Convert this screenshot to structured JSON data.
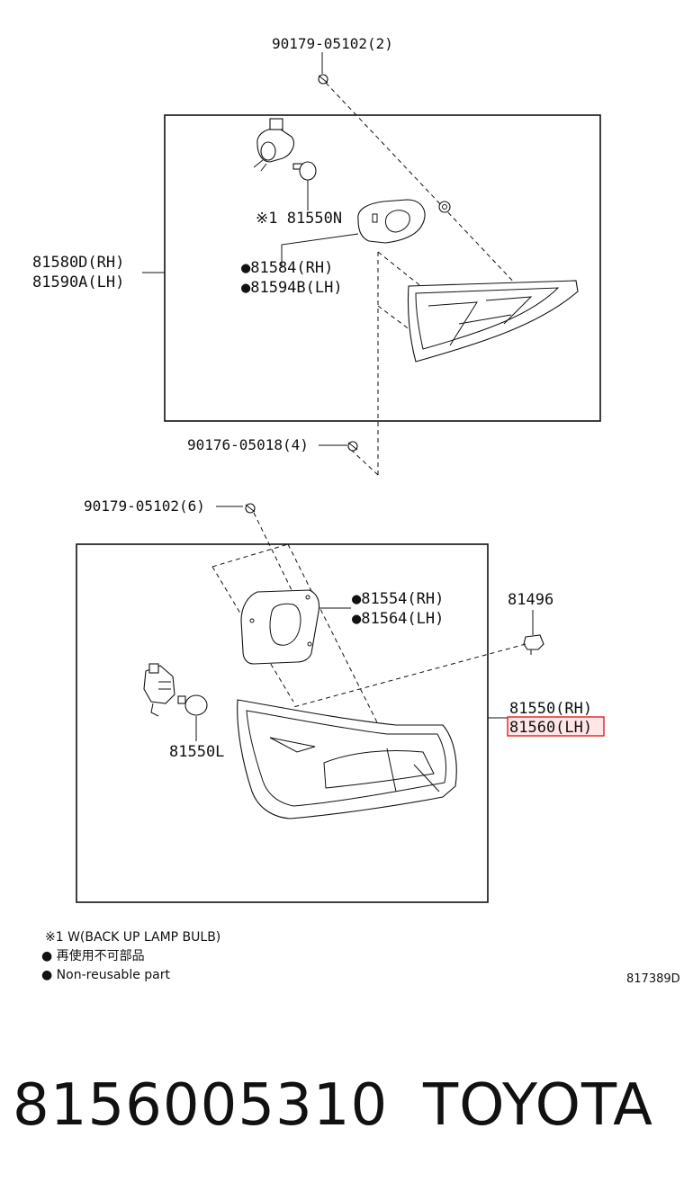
{
  "labels": {
    "top_bolt": "90179-05102(2)",
    "bulb_backup": "※1 81550N",
    "assy_rh": "81580D(RH)",
    "assy_lh": "81590A(LH)",
    "gasket_rh": "●81584(RH)",
    "gasket_lh": "●81594B(LH)",
    "nut_bottom": "90176-05018(4)",
    "lower_bolt": "90179-05102(6)",
    "gasket2_rh": "●81554(RH)",
    "gasket2_lh": "●81564(LH)",
    "clip": "81496",
    "lamp_rh": "81550(RH)",
    "lamp_lh": "81560(LH)",
    "socket": "81550L"
  },
  "notes": {
    "note1": "※1 W(BACK UP LAMP BULB)",
    "note2": "● 再使用不可部品",
    "note3": "● Non-reusable part"
  },
  "ref_code": "817389D",
  "footer": {
    "part_number": "8156005310",
    "brand": "TOYOTA"
  },
  "colors": {
    "highlight_stroke": "#e02020",
    "highlight_fill": "#ffe5e5"
  }
}
